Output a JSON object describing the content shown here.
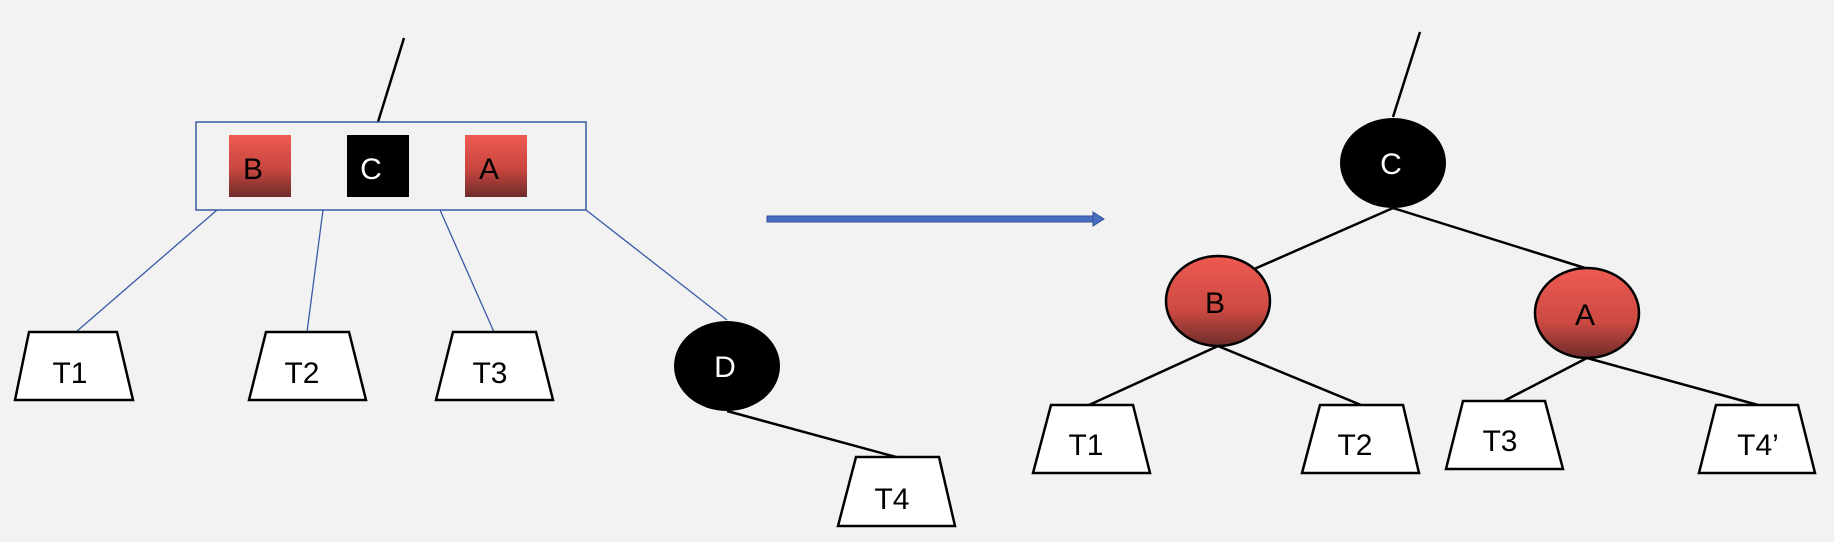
{
  "left_tree": {
    "node_b": "B",
    "node_c": "C",
    "node_a": "A",
    "node_d": "D",
    "t1": "T1",
    "t2": "T2",
    "t3": "T3",
    "t4": "T4"
  },
  "right_tree": {
    "node_c": "C",
    "node_b": "B",
    "node_a": "A",
    "t1": "T1",
    "t2": "T2",
    "t3": "T3",
    "t4": "T4’"
  },
  "colors": {
    "background": "#f2f2f2",
    "red_top": "#ee5a52",
    "red_bottom": "#6e2c2a",
    "black": "#000000",
    "box_stroke": "#3a5aa8",
    "arrow": "#4a6fc0"
  }
}
